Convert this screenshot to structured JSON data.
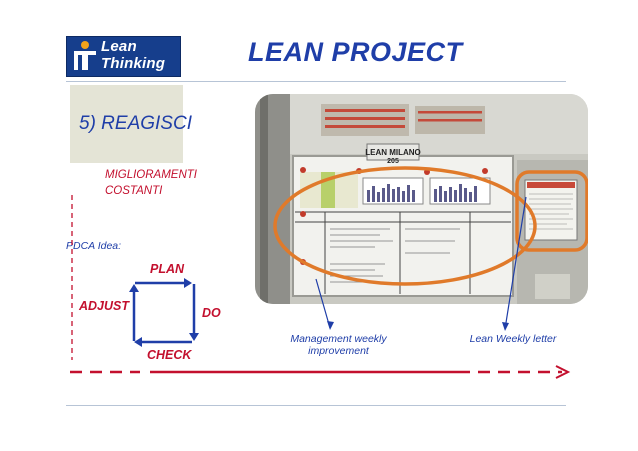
{
  "logo": {
    "line1": "Lean",
    "line2": "Thinking"
  },
  "header": {
    "title": "LEAN PROJECT"
  },
  "step": {
    "label": "5) REAGISCI"
  },
  "improvement": {
    "line1": "MIGLIORAMENTI",
    "line2": "COSTANTI"
  },
  "pdca": {
    "label": "PDCA Idea:",
    "plan": "PLAN",
    "do": "DO",
    "check": "CHECK",
    "adjust": "ADJUST"
  },
  "photo": {
    "board_title": "LEAN MILANO",
    "board_number": "205"
  },
  "captions": {
    "management_line1": "Management weekly",
    "management_line2": "improvement",
    "lean_letter": "Lean Weekly letter"
  },
  "colors": {
    "accent_blue": "#1f3ea8",
    "accent_red": "#c3102e",
    "highlight_orange": "#e07a2a"
  },
  "icons": [
    "logo-person-icon",
    "highlight-ellipse-icon",
    "highlight-rect-icon",
    "pointer-arrow-icon"
  ]
}
